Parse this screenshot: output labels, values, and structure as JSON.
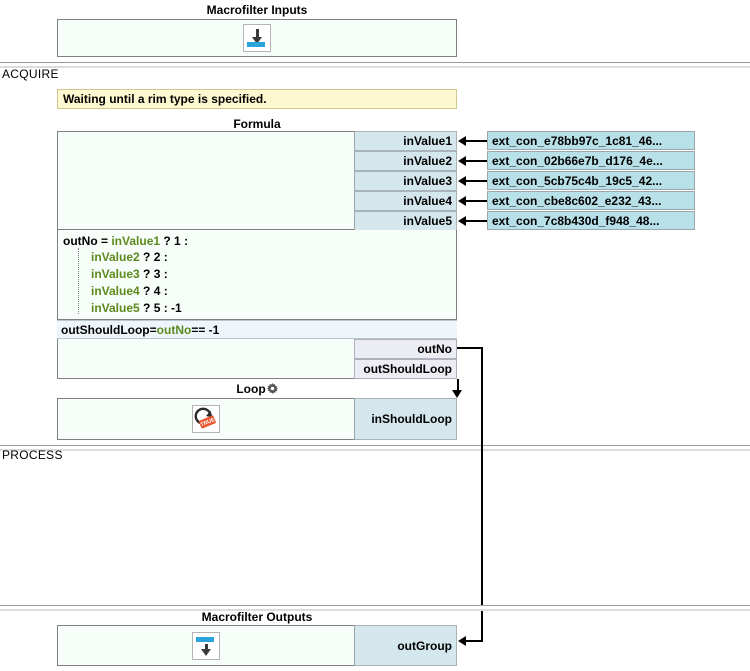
{
  "sections": [
    {
      "label": "ACQUIRE"
    },
    {
      "label": "PROCESS"
    }
  ],
  "blocks": {
    "macrofilter_inputs": {
      "title": "Macrofilter Inputs",
      "icon": "down-arrow-into-bar-icon"
    },
    "formula": {
      "title": "Formula",
      "inputs": [
        "inValue1",
        "inValue2",
        "inValue3",
        "inValue4",
        "inValue5"
      ],
      "expression_lines": [
        {
          "lhs": "outNo",
          "op": "=",
          "ident": "inValue1",
          "tail": " ? 1 :",
          "indent": 0
        },
        {
          "lhs": "",
          "op": "",
          "ident": "inValue2",
          "tail": " ? 2 :",
          "indent": 1
        },
        {
          "lhs": "",
          "op": "",
          "ident": "inValue3",
          "tail": " ? 3 :",
          "indent": 1
        },
        {
          "lhs": "",
          "op": "",
          "ident": "inValue4",
          "tail": " ? 4 :",
          "indent": 1
        },
        {
          "lhs": "",
          "op": "",
          "ident": "inValue5",
          "tail": " ? 5 : -1",
          "indent": 1
        }
      ],
      "second_formula": {
        "lhs": "outShouldLoop",
        "op": " = ",
        "ident": "outNo",
        "tail": " == -1"
      },
      "outputs": [
        "outNo",
        "outShouldLoop"
      ]
    },
    "loop": {
      "title": "Loop",
      "gear": "gear-icon",
      "icon": "loop-true-icon",
      "icon_label": "TRUE",
      "inputs": [
        "inShouldLoop"
      ]
    },
    "macrofilter_outputs": {
      "title": "Macrofilter Outputs",
      "icon": "bar-with-down-arrow-icon",
      "outputs": [
        "outGroup"
      ]
    }
  },
  "warning": {
    "text": "Waiting until a rim type is specified."
  },
  "external_connectors": [
    "ext_con_e78bb97c_1c81_46...",
    "ext_con_02b66e7b_d176_4e...",
    "ext_con_5cb75c4b_19c5_42...",
    "ext_con_cbe8c602_e232_43...",
    "ext_con_7c8b430d_f948_48..."
  ],
  "colors": {
    "port_in": "#d4e7ed",
    "port_out": "#ececf4",
    "ext_con": "#b8e0e8",
    "warning_bg": "#fdf8cf",
    "box_bg": "#f7fdf8",
    "identifier": "#5c8a1e",
    "accent_blue": "#2aa3dd",
    "loop_tag": "#e8552c"
  }
}
